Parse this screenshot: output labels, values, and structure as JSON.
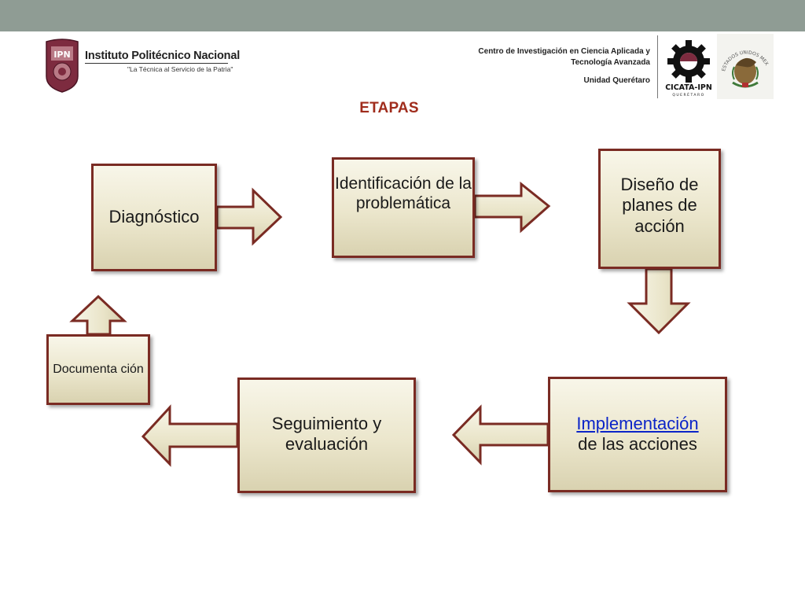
{
  "header": {
    "institution_name": "Instituto Politécnico Nacional",
    "institution_motto": "\"La Técnica al Servicio de la Patria\"",
    "center_name_line1": "Centro de Investigación en Ciencia Aplicada y",
    "center_name_line2": "Tecnología Avanzada",
    "unit_name": "Unidad Querétaro",
    "cicata_logo_text": "CICATA-IPN",
    "cicata_logo_subtext": "QUERÉTARO",
    "ipn_logo_text": "IPN",
    "seal_text": "ESTADOS UNIDOS MEXICANOS"
  },
  "title": "ETAPAS",
  "steps": {
    "diagnostico": "Diagnóstico",
    "identificacion": "Identificación de la problemática",
    "diseno": "Diseño de planes de acción",
    "implementacion_link": "Implementación",
    "implementacion_rest": "de las acciones",
    "seguimiento": "Seguimiento y evaluación",
    "documentacion": "Documenta ción"
  },
  "colors": {
    "top_bar": "#8f9c94",
    "title": "#a02c1c",
    "box_border": "#7a2b23",
    "box_fill": "#ebe6cc",
    "link": "#0b24c8"
  }
}
